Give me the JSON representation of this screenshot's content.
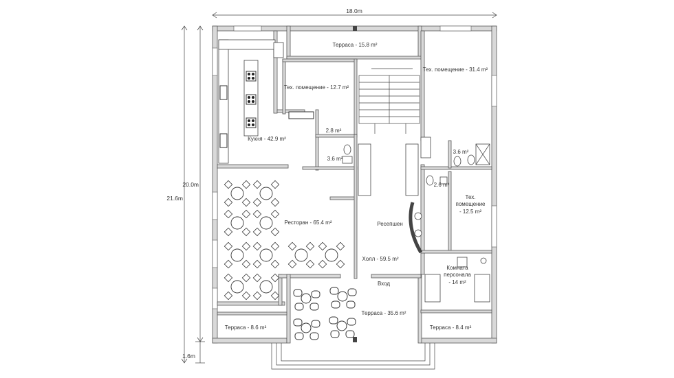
{
  "plan": {
    "dimensions": {
      "width_top": "18.0m",
      "height_inner": "20.0m",
      "height_outer": "21.6m",
      "porch": "1.6m"
    },
    "rooms": {
      "terrace_top": "Терраса - 15.8 m²",
      "tech_room_1": "Тех. помещение - 12.7 m²",
      "tech_room_2": "Тех. помещение - 31.4 m²",
      "kitchen": "Кухня - 42.9 m²",
      "corridor_small": "2.8 m²",
      "wc_left": "3.6 m²",
      "wc_right": "3.6 m²",
      "wc_mid": "2.6 m²",
      "tech_room_3_line1": "Тех.",
      "tech_room_3_line2": "помещение",
      "tech_room_3_line3": "- 12.5 m²",
      "restaurant": "Ресторан - 65.4 m²",
      "reception": "Ресепшен",
      "hall": "Холл - 59.5 m²",
      "staff_line1": "Комната",
      "staff_line2": "персонала",
      "staff_line3": "- 14 m²",
      "entrance": "Вход",
      "terrace_center": "Терраса - 35.6 m²",
      "terrace_bl": "Терраса - 8.6 m²",
      "terrace_br": "Терраса - 8.4 m²"
    }
  }
}
